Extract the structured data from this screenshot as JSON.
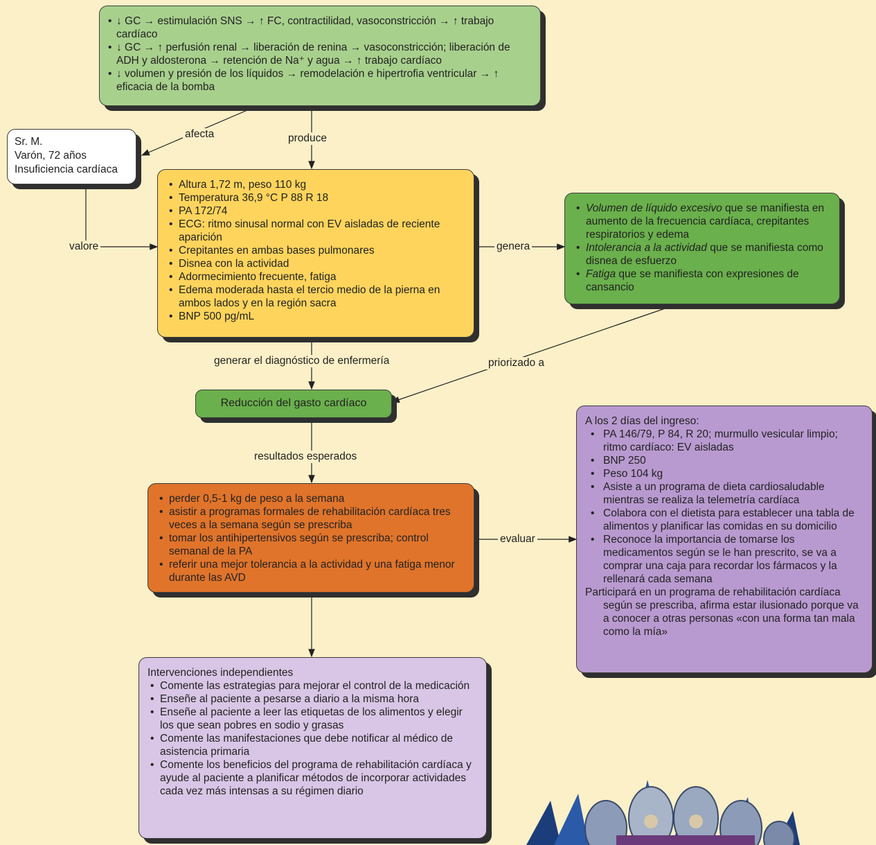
{
  "pathophysiology": {
    "items": [
      "↓ GC → estimulación SNS → ↑ FC, contractilidad, vasoconstricción → ↑ trabajo cardíaco",
      "↓ GC → ↑ perfusión renal → liberación de renina → vasoconstricción; liberación de ADH y aldosterona → retención de Na⁺ y agua → ↑ trabajo cardíaco",
      "↓ volumen y presión de los líquidos → remodelación e hipertrofia ventricular → ↑ eficacia de la bomba"
    ]
  },
  "patient": {
    "name": "Sr. M.",
    "info": "Varón, 72 años",
    "condition": "Insuficiencia cardíaca"
  },
  "assessment": {
    "items": [
      "Altura 1,72 m, peso 110 kg",
      "Temperatura 36,9 °C P 88 R 18",
      "PA 172/74",
      "ECG: ritmo sinusal normal con EV aisladas de reciente aparición",
      "Crepitantes en ambas bases pulmonares",
      "Disnea con la actividad",
      "Adormecimiento frecuente, fatiga",
      "Edema moderada hasta el tercio medio de la pierna en ambos lados y en la región sacra",
      "BNP 500 pg/mL"
    ]
  },
  "diagnoses": {
    "items": [
      {
        "term": "Volumen de líquido excesivo",
        "rest": " que se manifiesta en aumento de la frecuencia cardíaca, crepitantes respiratorios y edema"
      },
      {
        "term": "Intolerancia a la actividad",
        "rest": " que se manifiesta como disnea de esfuerzo"
      },
      {
        "term": "Fatiga",
        "rest": " que se manifiesta con expresiones de cansancio"
      }
    ]
  },
  "nursing_diagnosis": "Reducción del gasto cardíaco",
  "outcomes": {
    "items": [
      "perder 0,5-1 kg de peso a la semana",
      "asistir a programas formales de rehabilitación cardíaca tres veces a la semana según se prescriba",
      "tomar los antihipertensivos según se prescriba; control semanal de la PA",
      "referir una mejor tolerancia a la actividad y una fatiga menor durante las AVD"
    ]
  },
  "evaluation": {
    "heading": "A los 2 días del ingreso:",
    "items": [
      "PA 146/79, P 84, R 20; murmullo vesicular limpio; ritmo cardíaco: EV aisladas",
      "BNP 250",
      "Peso 104 kg",
      "Asiste a un programa de dieta cardiosaludable mientras se realiza la telemetría cardíaca",
      "Colabora con el dietista para establecer una tabla de alimentos y planificar las comidas en su domicilio",
      "Reconoce la importancia de tomarse los medicamentos según se le han prescrito, se va a comprar una caja para recordar los fármacos y la rellenará cada semana"
    ],
    "closing": "Participará en un programa de rehabilitación cardíaca según se prescriba, afirma estar ilusionado porque va a conocer a otras personas «con una forma tan mala como la mía»"
  },
  "interventions": {
    "heading": "Intervenciones independientes",
    "items": [
      "Comente las estrategias para mejorar el control de la medicación",
      "Enseñe al paciente a pesarse a diario a la misma hora",
      "Enseñe al paciente a leer las etiquetas de los alimentos y elegir los que sean pobres en sodio y grasas",
      "Comente las manifestaciones que debe notificar al médico de asistencia primaria",
      "Comente los beneficios del programa de rehabilitación cardíaca y ayude al paciente a planificar métodos de incorporar actividades cada vez más intensas a su régimen diario"
    ]
  },
  "labels": {
    "afecta": "afecta",
    "produce": "produce",
    "valore": "valore",
    "genera": "genera",
    "generar": "generar el diagnóstico de enfermería",
    "priorizado": "priorizado a",
    "resultados": "resultados esperados",
    "evaluar": "evaluar"
  },
  "colors": {
    "background": "#fcf0c8",
    "pathophysiology": "#a8d08d",
    "assessment": "#fed45c",
    "diagnoses": "#6ab04c",
    "nursing_diagnosis": "#6ab04c",
    "outcomes": "#e0742b",
    "evaluation": "#b99ad0",
    "interventions": "#d9c6e6"
  },
  "decoration": "mandala-image"
}
